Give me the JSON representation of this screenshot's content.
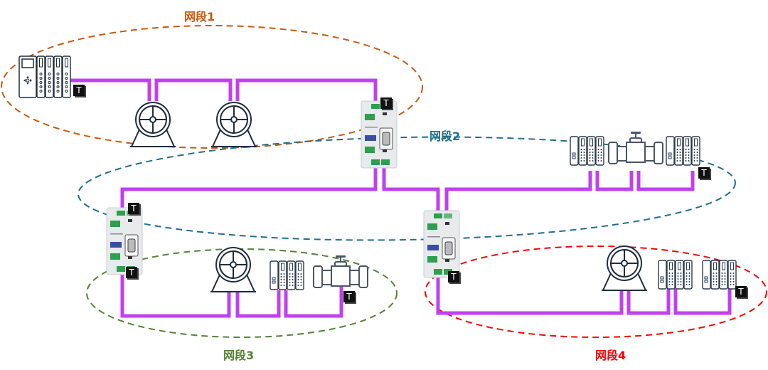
{
  "segments": [
    {
      "id": "seg1",
      "label": "网段1",
      "color": "#c55a11"
    },
    {
      "id": "seg2",
      "label": "网段2",
      "color": "#1f6f8b"
    },
    {
      "id": "seg3",
      "label": "网段3",
      "color": "#548235"
    },
    {
      "id": "seg4",
      "label": "网段4",
      "color": "#ff0000"
    }
  ],
  "cable_color": "#c040f0",
  "device_stroke": "#1f2d3d",
  "terminator_label": "T",
  "devices": {
    "controller": "plc-controller",
    "motors": [
      "motor-1",
      "motor-2",
      "motor-3",
      "motor-4"
    ],
    "repeaters": [
      "repeater-1",
      "repeater-2",
      "repeater-3"
    ],
    "remote_io": [
      "io-seg2-left",
      "io-seg2-right",
      "io-seg3",
      "io-seg4-left",
      "io-seg4-right"
    ],
    "valves": [
      "valve-seg2",
      "valve-seg3"
    ]
  }
}
